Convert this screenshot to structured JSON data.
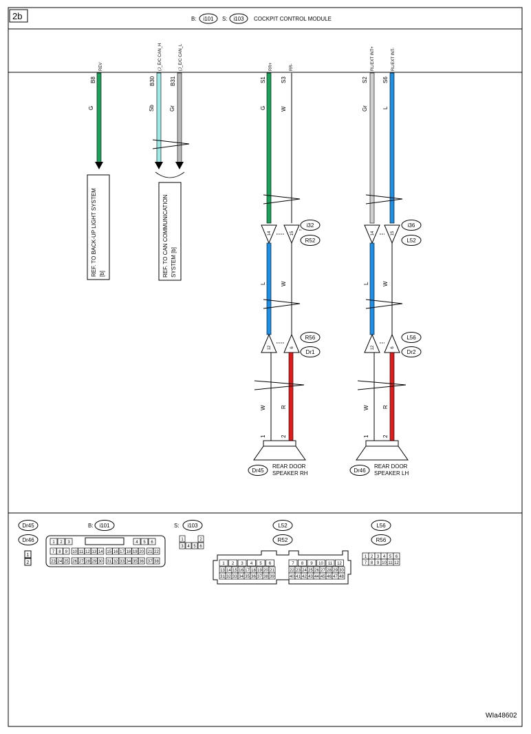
{
  "page": {
    "section": "2b",
    "unit_b_prefix": "B:",
    "unit_b_conn": "i101",
    "unit_s_prefix": "S:",
    "unit_s_conn": "i103",
    "unit_name": "COCKPIT CONTROL MODULE",
    "figure_id": "WIa48602"
  },
  "wires": [
    {
      "signal": "REV",
      "pin": "B8",
      "color_code": "G",
      "color": "#1aa15a"
    },
    {
      "signal": "(J_E/C CAN_H",
      "pin": "B30",
      "color_code": "Sb",
      "color": "#9ee8e6"
    },
    {
      "signal": "(J_E/C CAN_L",
      "pin": "B31",
      "color_code": "Gr",
      "color": "#b9b9b9"
    },
    {
      "signal": "RR+",
      "pin": "S1",
      "color_code": "G",
      "color": "#1aa15a"
    },
    {
      "signal": "RR-",
      "pin": "S3",
      "color_code": "W",
      "color": "#ffffff"
    },
    {
      "signal": "RL/EXT INT+",
      "pin": "S2",
      "color_code": "Gr",
      "color": "#cfcfcf"
    },
    {
      "signal": "RL/EXT INT-",
      "pin": "S6",
      "color_code": "L",
      "color": "#1c8fe6"
    }
  ],
  "refs": {
    "backup": "REF. TO BACK-UP LIGHT SYSTEM",
    "backup_sub": "[b]",
    "can": "REF. TO CAN COMMUNICATION",
    "can_sub": "SYSTEM [b]"
  },
  "right_side": {
    "mid_conn_a": "i32",
    "mid_conn_b": "R52",
    "mid_pin_1": "14",
    "mid_pin_2": "15",
    "mid_color_1": "L",
    "mid_color_2": "W",
    "low_conn_a": "R56",
    "low_conn_b": "Dr1",
    "low_pin_1": "12",
    "low_pin_2": "6",
    "low_color_1": "W",
    "low_color_2": "R",
    "spk_pin_1": "1",
    "spk_pin_2": "2",
    "spk_conn": "Dr45",
    "spk_name_1": "REAR DOOR",
    "spk_name_2": "SPEAKER RH"
  },
  "left_side": {
    "mid_conn_a": "i36",
    "mid_conn_b": "L52",
    "mid_pin_1": "14",
    "mid_pin_2": "15",
    "mid_color_1": "L",
    "mid_color_2": "W",
    "low_conn_a": "L56",
    "low_conn_b": "Dr2",
    "low_pin_1": "12",
    "low_pin_2": "6",
    "low_color_1": "W",
    "low_color_2": "R",
    "spk_pin_1": "1",
    "spk_pin_2": "2",
    "spk_conn": "Dr46",
    "spk_name_1": "REAR DOOR",
    "spk_name_2": "SPEAKER LH"
  },
  "wire_colors": {
    "green": "#1aa15a",
    "blue": "#1c8fe6",
    "red": "#e01b1b",
    "skyblue": "#9ee8e6",
    "gray": "#b9b9b9",
    "lightgray": "#cfcfcf"
  },
  "connectors": {
    "dr_a": "Dr45",
    "dr_b": "Dr46",
    "dr_pins": [
      "1",
      "2"
    ],
    "b_prefix": "B:",
    "b_conn": "i101",
    "b_row1": [
      "1",
      "2",
      "3",
      "4",
      "5",
      "6"
    ],
    "b_row2": [
      "7",
      "8",
      "9",
      "10",
      "11",
      "12",
      "13",
      "14",
      "15",
      "16",
      "17",
      "18",
      "19",
      "20",
      "21",
      "22"
    ],
    "b_row3": [
      "23",
      "24",
      "25",
      "26",
      "27",
      "28",
      "29",
      "30",
      "31",
      "32",
      "33",
      "34",
      "35",
      "36",
      "37",
      "38"
    ],
    "s_prefix": "S:",
    "s_conn": "i103",
    "s_row1": [
      "1",
      "2"
    ],
    "s_row2": [
      "3",
      "4",
      "5",
      "6"
    ],
    "big_a": "L52",
    "big_b": "R52",
    "big_l_row1": [
      "1",
      "2",
      "3",
      "4",
      "5",
      "6"
    ],
    "big_l_row2": [
      "13",
      "14",
      "15",
      "16",
      "17",
      "18",
      "19",
      "20",
      "21"
    ],
    "big_l_row3": [
      "31",
      "32",
      "33",
      "34",
      "35",
      "36",
      "37",
      "38",
      "39"
    ],
    "big_r_row1": [
      "7",
      "8",
      "9",
      "10",
      "11",
      "12"
    ],
    "big_r_row2": [
      "22",
      "23",
      "24",
      "25",
      "26",
      "27",
      "28",
      "29",
      "30"
    ],
    "big_r_row3": [
      "40",
      "41",
      "42",
      "43",
      "44",
      "45",
      "46",
      "47",
      "48"
    ],
    "sm_a": "L56",
    "sm_b": "R56",
    "sm_row1": [
      "1",
      "2",
      "3",
      "4",
      "5",
      "6"
    ],
    "sm_row2": [
      "7",
      "8",
      "9",
      "10",
      "11",
      "12"
    ]
  }
}
